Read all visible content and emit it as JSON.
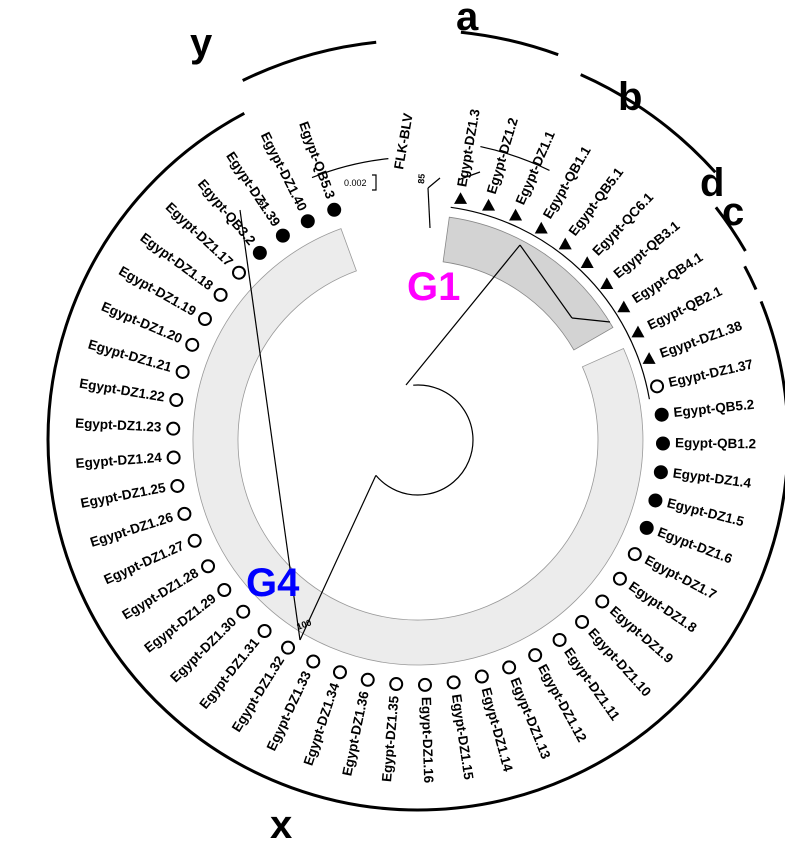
{
  "scale_bar": {
    "label": "0.002"
  },
  "outgroup": {
    "label": "FLK-BLV"
  },
  "groups": [
    {
      "id": "G1",
      "label": "G1",
      "color": "#ff00ff",
      "band_fill": "#d3d3d3"
    },
    {
      "id": "G4",
      "label": "G4",
      "color": "#0000ff",
      "band_fill": "#ececec"
    }
  ],
  "bootstrap": [
    {
      "id": "b85",
      "label": "85"
    },
    {
      "id": "b61",
      "label": "61"
    },
    {
      "id": "b100",
      "label": "100"
    }
  ],
  "clades": [
    {
      "id": "a",
      "label": "a"
    },
    {
      "id": "b",
      "label": "b"
    },
    {
      "id": "d",
      "label": "d"
    },
    {
      "id": "c",
      "label": "c"
    },
    {
      "id": "x",
      "label": "x"
    },
    {
      "id": "y",
      "label": "y"
    }
  ],
  "leaves": [
    {
      "label": "Egypt-DZ1.3",
      "marker": "triangle"
    },
    {
      "label": "Egypt-DZ1.2",
      "marker": "triangle"
    },
    {
      "label": "Egypt-DZ1.1",
      "marker": "triangle"
    },
    {
      "label": "Egypt-QB1.1",
      "marker": "triangle"
    },
    {
      "label": "Egypt-QB5.1",
      "marker": "triangle"
    },
    {
      "label": "Egypt-QC6.1",
      "marker": "triangle"
    },
    {
      "label": "Egypt-QB3.1",
      "marker": "triangle"
    },
    {
      "label": "Egypt-QB4.1",
      "marker": "triangle"
    },
    {
      "label": "Egypt-QB2.1",
      "marker": "triangle"
    },
    {
      "label": "Egypt-DZ1.38",
      "marker": "triangle"
    },
    {
      "label": "Egypt-DZ1.37",
      "marker": "open-circle"
    },
    {
      "label": "Egypt-QB5.2",
      "marker": "filled-circle"
    },
    {
      "label": "Egypt-QB1.2",
      "marker": "filled-circle"
    },
    {
      "label": "Egypt-DZ1.4",
      "marker": "filled-circle"
    },
    {
      "label": "Egypt-DZ1.5",
      "marker": "filled-circle"
    },
    {
      "label": "Egypt-DZ1.6",
      "marker": "filled-circle"
    },
    {
      "label": "Egypt-DZ1.7",
      "marker": "open-circle"
    },
    {
      "label": "Egypt-DZ1.8",
      "marker": "open-circle"
    },
    {
      "label": "Egypt-DZ1.9",
      "marker": "open-circle"
    },
    {
      "label": "Egypt-DZ1.10",
      "marker": "open-circle"
    },
    {
      "label": "Egypt-DZ1.11",
      "marker": "open-circle"
    },
    {
      "label": "Egypt-DZ1.12",
      "marker": "open-circle"
    },
    {
      "label": "Egypt-DZ1.13",
      "marker": "open-circle"
    },
    {
      "label": "Egypt-DZ1.14",
      "marker": "open-circle"
    },
    {
      "label": "Egypt-DZ1.15",
      "marker": "open-circle"
    },
    {
      "label": "Egypt-DZ1.16",
      "marker": "open-circle"
    },
    {
      "label": "Egypt-DZ1.35",
      "marker": "open-circle"
    },
    {
      "label": "Egypt-DZ1.36",
      "marker": "open-circle"
    },
    {
      "label": "Egypt-DZ1.34",
      "marker": "open-circle"
    },
    {
      "label": "Egypt-DZ1.33",
      "marker": "open-circle"
    },
    {
      "label": "Egypt-DZ1.32",
      "marker": "open-circle"
    },
    {
      "label": "Egypt-DZ1.31",
      "marker": "open-circle"
    },
    {
      "label": "Egypt-DZ1.30",
      "marker": "open-circle"
    },
    {
      "label": "Egypt-DZ1.29",
      "marker": "open-circle"
    },
    {
      "label": "Egypt-DZ1.28",
      "marker": "open-circle"
    },
    {
      "label": "Egypt-DZ1.27",
      "marker": "open-circle"
    },
    {
      "label": "Egypt-DZ1.26",
      "marker": "open-circle"
    },
    {
      "label": "Egypt-DZ1.25",
      "marker": "open-circle"
    },
    {
      "label": "Egypt-DZ1.24",
      "marker": "open-circle"
    },
    {
      "label": "Egypt-DZ1.23",
      "marker": "open-circle"
    },
    {
      "label": "Egypt-DZ1.22",
      "marker": "open-circle"
    },
    {
      "label": "Egypt-DZ1.21",
      "marker": "open-circle"
    },
    {
      "label": "Egypt-DZ1.20",
      "marker": "open-circle"
    },
    {
      "label": "Egypt-DZ1.19",
      "marker": "open-circle"
    },
    {
      "label": "Egypt-DZ1.18",
      "marker": "open-circle"
    },
    {
      "label": "Egypt-DZ1.17",
      "marker": "open-circle"
    },
    {
      "label": "Egypt-QB3.2",
      "marker": "filled-circle"
    },
    {
      "label": "Egypt-DZ1.39",
      "marker": "filled-circle"
    },
    {
      "label": "Egypt-DZ1.40",
      "marker": "filled-circle"
    },
    {
      "label": "Egypt-QB5.3",
      "marker": "filled-circle"
    }
  ]
}
